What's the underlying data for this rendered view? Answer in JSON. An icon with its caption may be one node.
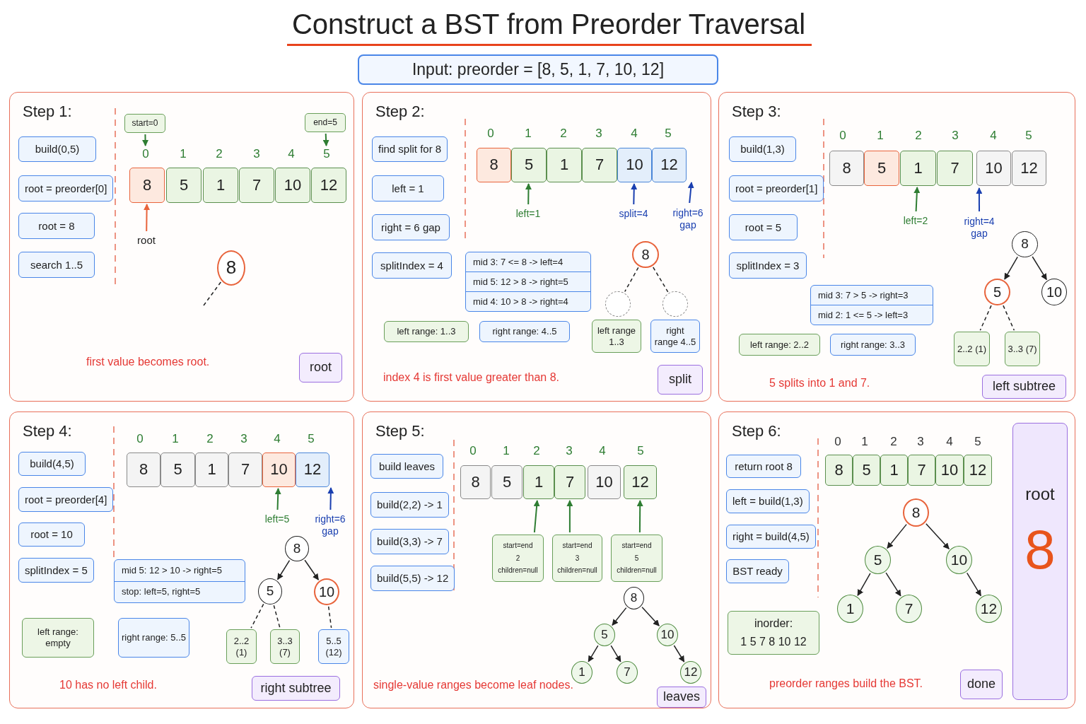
{
  "diagram": {
    "title": "Construct a BST from Preorder Traversal",
    "nodes": [
      {
        "text": [
          "Input: preorder = [8, 5, 1, 7, 10, 12]"
        ]
      },
      {
        "text": [
          "Step 1:"
        ]
      },
      {
        "text": [
          "build(0,5)"
        ],
        "in": 1
      },
      {
        "text": [
          "root = preorder[0]"
        ],
        "in": 1
      },
      {
        "text": [
          "root = 8"
        ],
        "in": 1
      },
      {
        "text": [
          "search 1..5"
        ],
        "in": 1
      },
      {
        "text": [
          "start=0"
        ],
        "in": 1
      },
      {
        "text": [
          "end=5"
        ],
        "in": 1
      },
      {
        "text": [
          "0"
        ],
        "in": 1
      },
      {
        "text": [
          "5"
        ],
        "in": 1
      },
      {
        "text": [
          "8"
        ],
        "in": 1
      },
      {
        "text": [
          "5"
        ],
        "in": 1
      },
      {
        "text": [
          "1"
        ],
        "in": 1
      },
      {
        "text": [
          "7"
        ],
        "in": 1
      },
      {
        "text": [
          "10"
        ],
        "in": 1
      },
      {
        "text": [
          "12"
        ],
        "in": 1
      },
      {
        "text": [
          "root"
        ],
        "in": 1
      },
      {
        "text": [
          "8"
        ],
        "in": 1
      },
      {
        "text": [
          "root"
        ],
        "in": 1
      },
      {
        "text": [
          "Step 2:"
        ]
      },
      {
        "text": [
          "find split for 8"
        ],
        "in": 19
      },
      {
        "text": [
          "left = 1"
        ],
        "in": 19
      },
      {
        "text": [
          "right = 6 gap"
        ],
        "in": 19
      },
      {
        "text": [
          "splitIndex = 4"
        ],
        "in": 19
      },
      {
        "text": [
          "8"
        ],
        "in": 19
      },
      {
        "text": [
          "5"
        ],
        "in": 19
      },
      {
        "text": [
          "1"
        ],
        "in": 19
      },
      {
        "text": [
          "7"
        ],
        "in": 19
      },
      {
        "text": [
          "10"
        ],
        "in": 19
      },
      {
        "text": [
          "12"
        ],
        "in": 19
      },
      {
        "text": [
          "left=1"
        ],
        "in": 19
      },
      {
        "text": [
          "split=4"
        ],
        "in": 19
      },
      {
        "text": [
          "right=6 gap"
        ],
        "in": 19
      },
      {
        "text": [
          "mid 3: 7 <= 8 -> left=4",
          "mid 5: 12 > 8 -> right=5",
          "mid 4: 10 > 8 -> right=4"
        ],
        "in": 19
      },
      {
        "text": [
          "8"
        ],
        "in": 19
      },
      {
        "text": [],
        "shape": "circle",
        "in": 19
      },
      {
        "text": [],
        "shape": "circle",
        "in": 19
      },
      {
        "text": [
          "left range: 1..3"
        ],
        "in": 19
      },
      {
        "text": [
          "right range: 4..5"
        ],
        "in": 19
      },
      {
        "text": [
          "left range 1..3"
        ],
        "in": 19
      },
      {
        "text": [
          "right range 4..5"
        ],
        "in": 19
      },
      {
        "text": [
          "split"
        ],
        "in": 19
      },
      {
        "text": [
          "Step 3:"
        ]
      },
      {
        "text": [
          "build(1,3)"
        ],
        "in": 42
      },
      {
        "text": [
          "root = preorder[1]"
        ],
        "in": 42
      },
      {
        "text": [
          "root = 5"
        ],
        "in": 42
      },
      {
        "text": [
          "splitIndex = 3"
        ],
        "in": 42
      },
      {
        "text": [
          "8"
        ],
        "in": 42
      },
      {
        "text": [
          "5"
        ],
        "in": 42
      },
      {
        "text": [
          "1"
        ],
        "in": 42
      },
      {
        "text": [
          "7"
        ],
        "in": 42
      },
      {
        "text": [
          "10"
        ],
        "in": 42
      },
      {
        "text": [
          "12"
        ],
        "in": 42
      },
      {
        "text": [
          "left=2"
        ],
        "in": 42
      },
      {
        "text": [
          "right=4 gap"
        ],
        "in": 42
      },
      {
        "text": [
          "8"
        ],
        "in": 42
      },
      {
        "text": [
          "5"
        ],
        "in": 42
      },
      {
        "text": [
          "10"
        ],
        "in": 42
      },
      {
        "text": [
          "mid 3: 7 > 5 -> right=3",
          "mid 2: 1 <= 5 -> left=3"
        ],
        "in": 42
      },
      {
        "text": [
          "left range: 2..2"
        ],
        "in": 42
      },
      {
        "text": [
          "right range: 3..3"
        ],
        "in": 42
      },
      {
        "text": [
          "2..2 (1)"
        ],
        "in": 42
      },
      {
        "text": [
          "3..3 (7)"
        ],
        "in": 42
      },
      {
        "text": [
          "left subtree"
        ],
        "in": 42
      },
      {
        "text": [
          "Step 4:"
        ]
      },
      {
        "text": [
          "build(4,5)"
        ],
        "in": 64
      },
      {
        "text": [
          "root = preorder[4]"
        ],
        "in": 64
      },
      {
        "text": [
          "root = 10"
        ],
        "in": 64
      },
      {
        "text": [
          "splitIndex = 5"
        ],
        "in": 64
      },
      {
        "text": [
          "8"
        ],
        "in": 64
      },
      {
        "text": [
          "5"
        ],
        "in": 64
      },
      {
        "text": [
          "1"
        ],
        "in": 64
      },
      {
        "text": [
          "7"
        ],
        "in": 64
      },
      {
        "text": [
          "10"
        ],
        "in": 64
      },
      {
        "text": [
          "12"
        ],
        "in": 64
      },
      {
        "text": [
          "left=5"
        ],
        "in": 64
      },
      {
        "text": [
          "right=6 gap"
        ],
        "in": 64
      },
      {
        "text": [
          "8"
        ],
        "in": 64
      },
      {
        "text": [
          "5"
        ],
        "in": 64
      },
      {
        "text": [
          "10"
        ],
        "in": 64
      },
      {
        "text": [
          "mid 5: 12 > 10 -> right=5",
          "stop: left=5, right=5"
        ],
        "in": 64
      },
      {
        "text": [
          "left range: empty"
        ],
        "in": 64
      },
      {
        "text": [
          "right range: 5..5"
        ],
        "in": 64
      },
      {
        "text": [
          "2..2 (1)"
        ],
        "in": 64
      },
      {
        "text": [
          "3..3 (7)"
        ],
        "in": 64
      },
      {
        "text": [
          "5..5 (12)"
        ],
        "in": 64
      },
      {
        "text": [
          "right subtree"
        ],
        "in": 64
      },
      {
        "text": [
          "Step 5:"
        ]
      },
      {
        "text": [
          "build leaves"
        ],
        "in": 87
      },
      {
        "text": [
          "build(2,2) -> 1"
        ],
        "in": 87
      },
      {
        "text": [
          "build(3,3) -> 7"
        ],
        "in": 87
      },
      {
        "text": [
          "build(5,5) -> 12"
        ],
        "in": 87
      },
      {
        "text": [
          "8"
        ],
        "in": 87
      },
      {
        "text": [
          "5"
        ],
        "in": 87
      },
      {
        "text": [
          "1"
        ],
        "in": 87
      },
      {
        "text": [
          "7"
        ],
        "in": 87
      },
      {
        "text": [
          "10"
        ],
        "in": 87
      },
      {
        "text": [
          "12"
        ],
        "in": 87
      },
      {
        "text": [
          "start=end",
          "2",
          "children=null"
        ],
        "in": 87
      },
      {
        "text": [
          "start=end",
          "3",
          "children=null"
        ],
        "in": 87
      },
      {
        "text": [
          "start=end",
          "5",
          "children=null"
        ],
        "in": 87
      },
      {
        "text": [
          "8"
        ],
        "in": 87
      },
      {
        "text": [
          "5"
        ],
        "in": 87
      },
      {
        "text": [
          "10"
        ],
        "in": 87
      },
      {
        "text": [
          "1"
        ],
        "in": 87
      },
      {
        "text": [
          "7"
        ],
        "in": 87
      },
      {
        "text": [
          "12"
        ],
        "in": 87
      },
      {
        "text": [
          "leaves"
        ],
        "in": 87
      },
      {
        "text": [
          "Step 6:"
        ]
      },
      {
        "text": [
          "return root 8"
        ],
        "in": 108
      },
      {
        "text": [
          "left = build(1,3)"
        ],
        "in": 108
      },
      {
        "text": [
          "right = build(4,5)"
        ],
        "in": 108
      },
      {
        "text": [
          "BST ready"
        ],
        "in": 108
      },
      {
        "text": [
          "inorder:",
          "1 5 7 8 10 12"
        ],
        "in": 108
      },
      {
        "text": [
          "8"
        ],
        "in": 108
      },
      {
        "text": [
          "5"
        ],
        "in": 108
      },
      {
        "text": [
          "1"
        ],
        "in": 108
      },
      {
        "text": [
          "7"
        ],
        "in": 108
      },
      {
        "text": [
          "10"
        ],
        "in": 108
      },
      {
        "text": [
          "12"
        ],
        "in": 108
      },
      {
        "text": [
          "8"
        ],
        "in": 108
      },
      {
        "text": [
          "5"
        ],
        "in": 108
      },
      {
        "text": [
          "10"
        ],
        "in": 108
      },
      {
        "text": [
          "1"
        ],
        "in": 108
      },
      {
        "text": [
          "7"
        ],
        "in": 108
      },
      {
        "text": [
          "12"
        ],
        "in": 108
      },
      {
        "text": [
          "done"
        ],
        "in": 108
      },
      {
        "text": [
          "root",
          "8"
        ],
        "in": 108
      }
    ],
    "edges": [
      {
        "from": 6,
        "to": 8,
        "arrow": "to",
        "color": "#2e7d32"
      },
      {
        "from": 7,
        "to": 9,
        "arrow": "to",
        "color": "#2e7d32"
      },
      {
        "from": 16,
        "to": 10,
        "arrow": "to",
        "color": "#e8643c"
      },
      {
        "from": 17,
        "to": null,
        "arrow": "none",
        "style": "dashed"
      },
      {
        "from": 30,
        "to": 25,
        "arrow": "to",
        "color": "#2e7d32"
      },
      {
        "from": 31,
        "to": 28,
        "arrow": "to",
        "color": "#1a3fb0"
      },
      {
        "from": 32,
        "to": null,
        "arrow": "to",
        "color": "#1a3fb0"
      },
      {
        "from": 34,
        "to": 35,
        "arrow": "none",
        "style": "dashed"
      },
      {
        "from": 34,
        "to": 36,
        "arrow": "none",
        "style": "dashed"
      },
      {
        "from": 53,
        "to": 49,
        "arrow": "to",
        "color": "#2e7d32"
      },
      {
        "from": 54,
        "to": 51,
        "arrow": "to",
        "color": "#1a3fb0"
      },
      {
        "from": 55,
        "to": 56,
        "arrow": "to"
      },
      {
        "from": 55,
        "to": 57,
        "arrow": "to"
      },
      {
        "from": 56,
        "to": 61,
        "arrow": "none",
        "style": "dashed"
      },
      {
        "from": 56,
        "to": 62,
        "arrow": "none",
        "style": "dashed"
      },
      {
        "from": 75,
        "to": 73,
        "arrow": "to",
        "color": "#2e7d32"
      },
      {
        "from": 76,
        "to": null,
        "arrow": "to",
        "color": "#1a3fb0"
      },
      {
        "from": 77,
        "to": 78,
        "arrow": "to"
      },
      {
        "from": 77,
        "to": 79,
        "arrow": "to"
      },
      {
        "from": 78,
        "to": 83,
        "arrow": "none",
        "style": "dashed"
      },
      {
        "from": 78,
        "to": 84,
        "arrow": "none",
        "style": "dashed"
      },
      {
        "from": 79,
        "to": 85,
        "arrow": "none",
        "style": "dashed"
      },
      {
        "from": 98,
        "to": 94,
        "arrow": "to",
        "color": "#2e7d32"
      },
      {
        "from": 99,
        "to": 95,
        "arrow": "to",
        "color": "#2e7d32"
      },
      {
        "from": 100,
        "to": 97,
        "arrow": "to",
        "color": "#2e7d32"
      },
      {
        "from": 101,
        "to": 102,
        "arrow": "to"
      },
      {
        "from": 101,
        "to": 103,
        "arrow": "to"
      },
      {
        "from": 102,
        "to": 104,
        "arrow": "to"
      },
      {
        "from": 102,
        "to": 105,
        "arrow": "to"
      },
      {
        "from": 103,
        "to": 106,
        "arrow": "to"
      },
      {
        "from": 120,
        "to": 121,
        "arrow": "to"
      },
      {
        "from": 120,
        "to": 122,
        "arrow": "to"
      },
      {
        "from": 121,
        "to": 123,
        "arrow": "to"
      },
      {
        "from": 121,
        "to": 124,
        "arrow": "to"
      },
      {
        "from": 122,
        "to": 125,
        "arrow": "to"
      }
    ],
    "labels": [
      "1",
      "2",
      "3",
      "4",
      "first value becomes root.",
      "0",
      "1",
      "2",
      "3",
      "4",
      "5",
      "index 4 is first value greater than 8.",
      "0",
      "1",
      "2",
      "3",
      "4",
      "5",
      "5 splits into 1 and 7.",
      "0",
      "1",
      "2",
      "3",
      "4",
      "5",
      "10 has no left child.",
      "0",
      "1",
      "2",
      "3",
      "4",
      "5",
      "single-value ranges become leaf nodes.",
      "0",
      "1",
      "2",
      "3",
      "4",
      "5",
      "preorder ranges build the BST."
    ]
  }
}
